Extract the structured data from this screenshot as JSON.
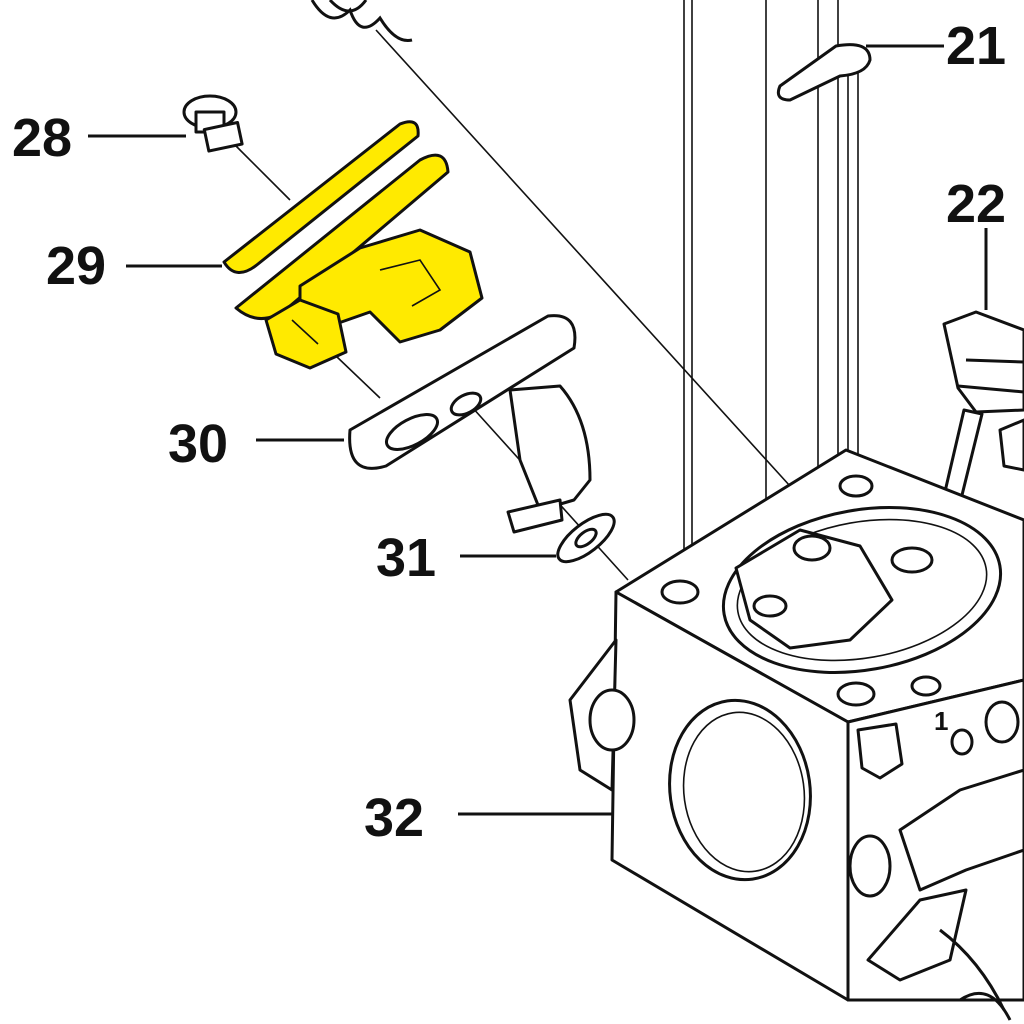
{
  "diagram": {
    "callouts": {
      "c21": "21",
      "c22": "22",
      "c28": "28",
      "c29": "29",
      "c30": "30",
      "c31": "31",
      "c32": "32"
    },
    "body_mark": "1"
  },
  "colors": {
    "highlight": "#ffea00",
    "ink": "#111111",
    "paper": "#ffffff"
  }
}
